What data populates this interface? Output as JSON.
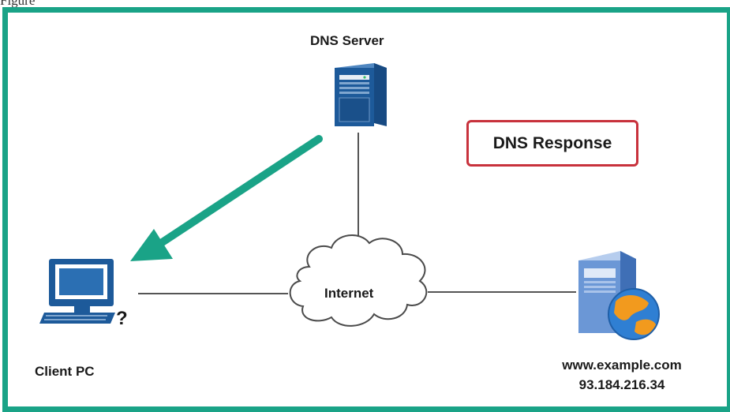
{
  "cropped_caption": "Figure",
  "diagram": {
    "dns_server": {
      "label": "DNS Server"
    },
    "client": {
      "label": "Client PC"
    },
    "internet": {
      "label": "Internet"
    },
    "web_server": {
      "hostname": "www.example.com",
      "ip": "93.184.216.34"
    },
    "callout": {
      "label": "DNS Response"
    },
    "colors": {
      "frame": "#1aa387",
      "arrow": "#1aa387",
      "callout_border": "#c8323c",
      "server_blue": "#1d5a9a",
      "links": "#555555"
    },
    "arrow": {
      "from": "dns_server",
      "to": "client"
    }
  }
}
